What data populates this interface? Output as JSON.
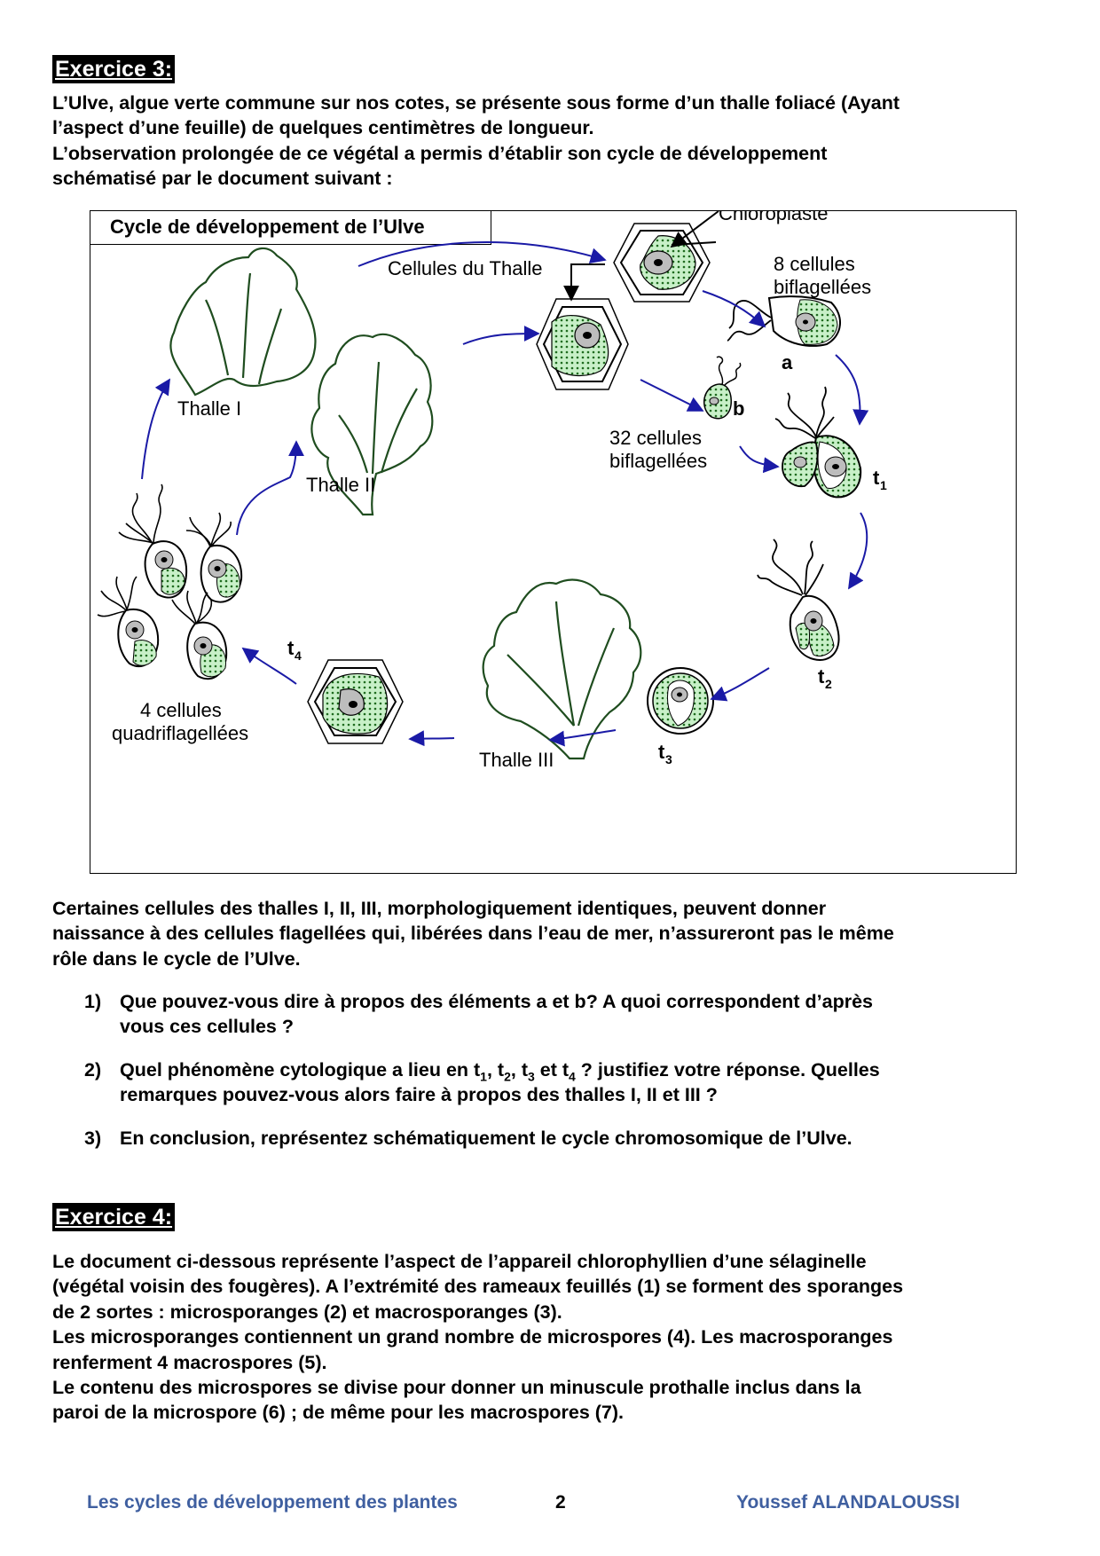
{
  "ex3": {
    "title": "Exercice 3:",
    "intro": [
      "L’Ulve, algue verte commune sur nos cotes, se présente sous forme d’un thalle foliacé (Ayant",
      "l’aspect d’une feuille) de quelques centimètres de longueur.",
      "L’observation prolongée de ce végétal a permis d’établir son cycle de développement",
      "schématisé par le document suivant :"
    ],
    "diagram": {
      "title": "Cycle de développement de l’Ulve",
      "labels": {
        "chloroplaste": "Chloroplaste",
        "cellules_thalle": "Cellules du Thalle",
        "huit_cellules_1": "8 cellules",
        "huit_cellules_2": "biflagellées",
        "a": "a",
        "b": "b",
        "trente_deux_1": "32 cellules",
        "trente_deux_2": "biflagellées",
        "thalle_1": "Thalle I",
        "thalle_2": "Thalle II",
        "thalle_3": "Thalle III",
        "quatre_1": "4 cellules",
        "quatre_2": "quadriflagellées",
        "t1": "t",
        "t1_sub": "1",
        "t2": "t",
        "t2_sub": "2",
        "t3": "t",
        "t3_sub": "3",
        "t4": "t",
        "t4_sub": "4"
      },
      "colors": {
        "arrow": "#1a1aa6",
        "thalle": "#1f4d1f",
        "chloroplast": "#c8f0c8",
        "dots": "#1e6b1e",
        "nucleus": "#bdbdbd"
      }
    },
    "text2": [
      "Certaines cellules des thalles I, II, III, morphologiquement identiques, peuvent donner",
      "naissance à des cellules flagellées qui, libérées dans l’eau de mer, n’assureront pas le même",
      "rôle dans le cycle de l’Ulve."
    ],
    "questions": {
      "q1": {
        "num": "1)",
        "lines": [
          "Que pouvez-vous dire à propos des éléments a et b? A quoi correspondent d’après",
          "vous ces cellules ?"
        ]
      },
      "q2": {
        "num": "2)",
        "line1": {
          "a": "Quel phénomène cytologique a lieu en t",
          "s1": "1",
          "b": ", t",
          "s2": "2",
          "c": ", t",
          "s3": "3",
          "d": " et t",
          "s4": "4",
          "e": " ? justifiez votre réponse. Quelles"
        },
        "line2": "remarques pouvez-vous alors faire à propos des thalles I, II et III ?"
      },
      "q3": {
        "num": "3)",
        "lines": [
          "En conclusion, représentez schématiquement le cycle chromosomique de l’Ulve."
        ]
      }
    }
  },
  "ex4": {
    "title": "Exercice 4:",
    "text": [
      "Le document ci-dessous représente l’aspect de l’appareil chlorophyllien d’une sélaginelle",
      "(végétal voisin des fougères). A l’extrémité des rameaux feuillés (1) se forment des sporanges",
      "de 2 sortes : microsporanges (2) et macrosporanges (3).",
      "Les microsporanges contiennent un grand nombre de microspores (4). Les macrosporanges",
      "renferment 4 macrospores (5).",
      "Le contenu des microspores se divise pour donner un minuscule prothalle inclus dans la",
      "paroi de la microspore (6) ; de même pour les macrospores (7)."
    ]
  },
  "footer": {
    "left": "Les cycles de développement des plantes",
    "page": "2",
    "author": "Youssef ALANDALOUSSI",
    "color": "#3f5fa0"
  }
}
